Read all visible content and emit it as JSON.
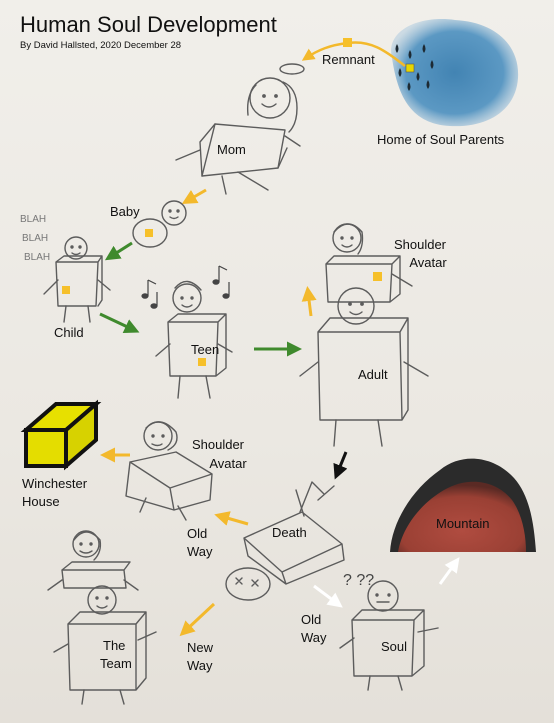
{
  "title": "Human Soul Development",
  "byline": "By David Hallsted, 2020 December 28",
  "labels": {
    "remnant": "Remnant",
    "home": "Home of Soul Parents",
    "mom": "Mom",
    "baby": "Baby",
    "blah1": "BLAH",
    "blah2": "BLAH",
    "blah3": "BLAH",
    "child": "Child",
    "teen": "Teen",
    "shoulder_avatar_top_1": "Shoulder",
    "shoulder_avatar_top_2": "Avatar",
    "adult": "Adult",
    "shoulder_avatar_bottom_1": "Shoulder",
    "shoulder_avatar_bottom_2": "Avatar",
    "winchester_1": "Winchester",
    "winchester_2": "House",
    "death": "Death",
    "old_way_left_1": "Old",
    "old_way_left_2": "Way",
    "mountain": "Mountain",
    "old_way_right_1": "Old",
    "old_way_right_2": "Way",
    "soul": "Soul",
    "question_marks": "? ??",
    "the_team_1": "The",
    "the_team_2": "Team",
    "new_way_1": "New",
    "new_way_2": "Way"
  },
  "colors": {
    "soul_yellow": "#f6c02a",
    "arrow_yellow": "#f3b92c",
    "arrow_green": "#3f8a2d",
    "arrow_black": "#111111",
    "arrow_white": "#ffffff",
    "home_blue": "#3f86b8",
    "mountain_red": "#a7463c",
    "house_yellow": "#e7e000",
    "pencil": "#5c5c5c"
  }
}
